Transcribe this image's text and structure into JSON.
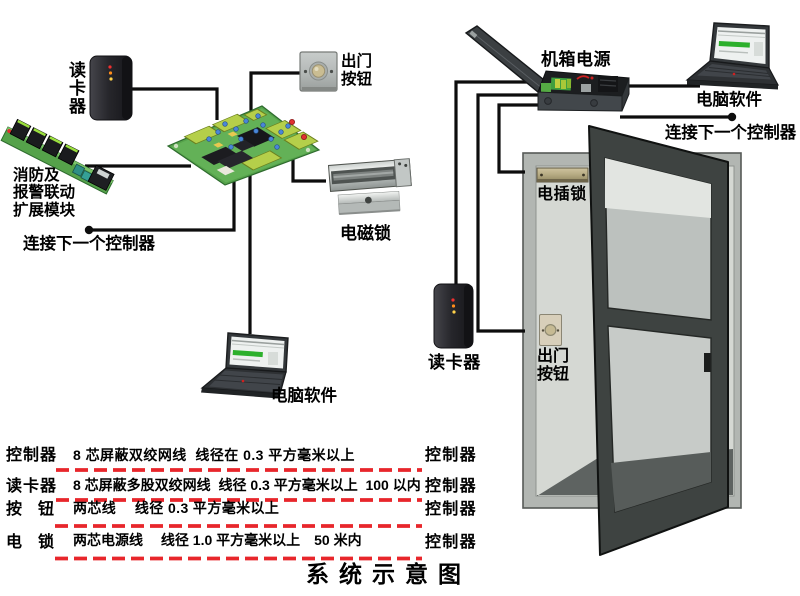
{
  "title": "系 统 示 意 图",
  "labels": {
    "reader_left": "读卡器",
    "exit_button_top": "出门\n按钮",
    "fire_module": "消防及\n报警联动\n扩展模块",
    "next_controller_left": "连接下一个控制器",
    "maglock": "电磁锁",
    "software_bottom": "电脑软件",
    "power_box": "机箱电源",
    "software_right": "电脑软件",
    "next_controller_right": "连接下一个控制器",
    "bolt_lock": "电插锁",
    "reader_right": "读卡器",
    "exit_button_door": "出门\n按钮"
  },
  "legend": {
    "rows": [
      {
        "left": "控制器",
        "spec": "8 芯屏蔽双绞网线  线径在 0.3 平方毫米以上",
        "right": "控制器"
      },
      {
        "left": "读卡器",
        "spec": "8 芯屏蔽多股双绞网线  线径 0.3 平方毫米以上  100 以内",
        "right": "控制器"
      },
      {
        "left": "按　钮",
        "spec": "两芯线　 线径 0.3 平方毫米以上",
        "right": "控制器"
      },
      {
        "left": "电　锁",
        "spec": "两芯电源线　 线径 1.0 平方毫米以上　50 米内",
        "right": "控制器"
      }
    ]
  },
  "colors": {
    "wire": "#0d0d0d",
    "legend_dash": "#e8262b",
    "pcb_green": "#55a24a",
    "terminal_green": "#b5cf4a",
    "door_leaf": "#3e4341",
    "wall": "#b2b6b2",
    "room": "#d5d8d3",
    "floor": "#5e6361",
    "software_bar_green": "#2cb02c"
  }
}
